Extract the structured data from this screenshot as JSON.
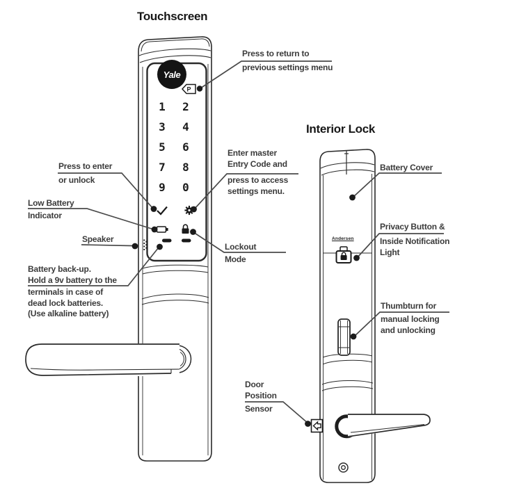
{
  "touchscreen": {
    "title": "Touchscreen",
    "brand": "Yale",
    "p_button": "P",
    "keypad": [
      "1",
      "2",
      "3",
      "4",
      "5",
      "6",
      "7",
      "8",
      "9",
      "0"
    ],
    "labels": {
      "return_top": "Press to return to",
      "return_bottom": "previous settings menu",
      "enter_top": "Press to enter",
      "enter_bottom": "or unlock",
      "low_battery_top": "Low Battery",
      "low_battery_bottom": "Indicator",
      "speaker": "Speaker",
      "battery_backup_top": "Battery back-up.\nHold a 9v battery to the",
      "battery_backup_bottom": "terminals in case of\ndead lock batteries.\n(Use alkaline battery)",
      "master_top": "Enter master\nEntry Code and",
      "master_bottom": "press to access\nsettings menu.",
      "lockout_top": "Lockout",
      "lockout_bottom": "Mode"
    }
  },
  "interior": {
    "title": "Interior Lock",
    "brand": "Andersen",
    "labels": {
      "battery_cover": "Battery Cover",
      "privacy_top": "Privacy Button &",
      "privacy_bottom": "Inside Notification\nLight",
      "thumbturn_top": "Thumbturn for",
      "thumbturn_bottom": "manual locking\nand unlocking",
      "door_sensor_top": "Door\nPosition",
      "door_sensor_bottom": "Sensor"
    }
  },
  "icons": [
    "p-return-icon",
    "checkmark-icon",
    "gear-icon",
    "battery-icon",
    "padlock-icon",
    "speaker-icon",
    "terminal-bars-icon",
    "privacy-lock-icon",
    "left-arrow-icon",
    "screw-icon"
  ],
  "colors": {
    "line": "#2a2a2a",
    "label_text": "#3b3b3b",
    "leader": "#4a4a4a",
    "ink": "#141414"
  }
}
